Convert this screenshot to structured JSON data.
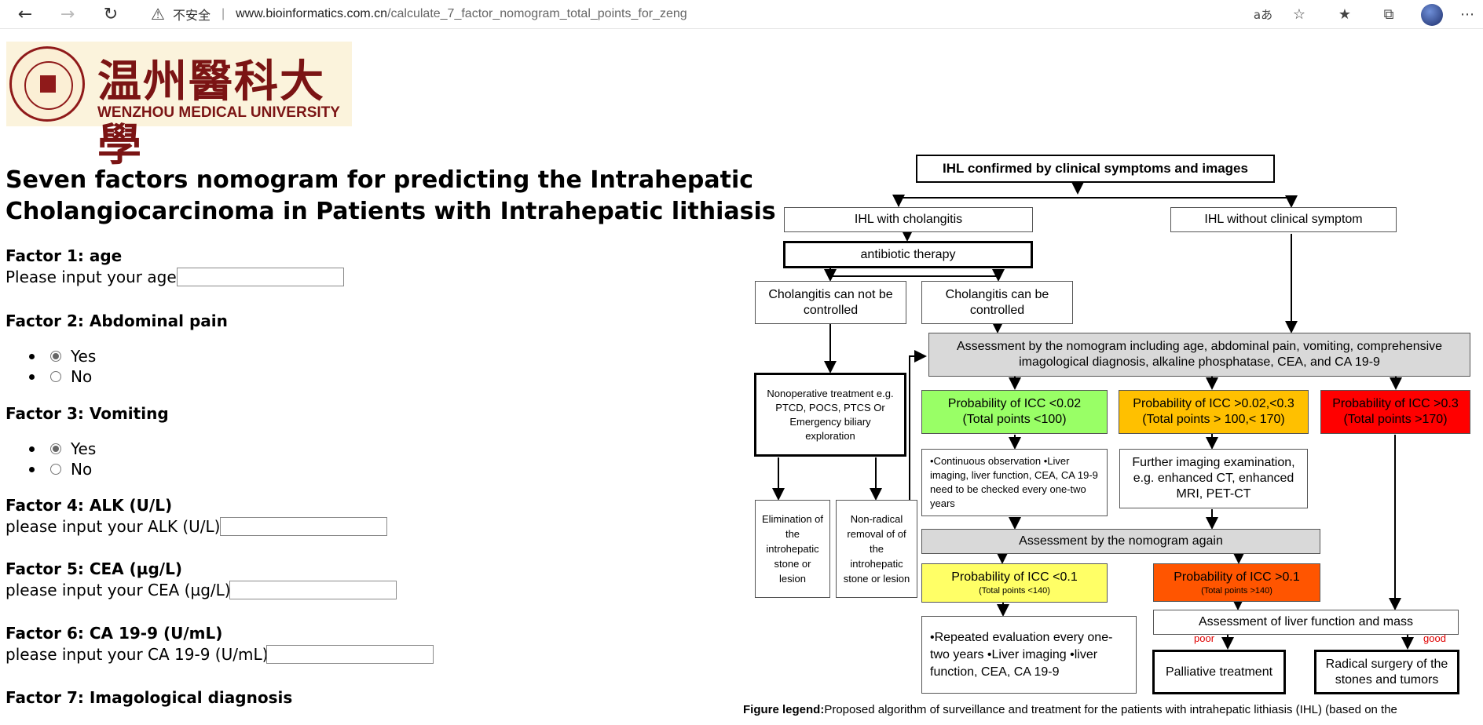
{
  "browser": {
    "insecure_label": "不安全",
    "url_host": "www.bioinformatics.com.cn",
    "url_path": "/calculate_7_factor_nomogram_total_points_for_zeng"
  },
  "logo": {
    "cn": "温州醫科大學",
    "en": "WENZHOU MEDICAL UNIVERSITY"
  },
  "title_line1": "Seven factors nomogram for predicting the Intrahepatic",
  "title_line2": "Cholangiocarcinoma in Patients with Intrahepatic lithiasis",
  "factors": {
    "f1": {
      "heading": "Factor 1: age",
      "label": "Please input your age:",
      "value": ""
    },
    "f2": {
      "heading": "Factor 2: Abdominal pain",
      "yes": "Yes",
      "no": "No",
      "selected": "Yes"
    },
    "f3": {
      "heading": "Factor 3: Vomiting",
      "yes": "Yes",
      "no": "No",
      "selected": "Yes"
    },
    "f4": {
      "heading": "Factor 4: ALK (U/L)",
      "label": "please input your ALK (U/L):",
      "value": ""
    },
    "f5": {
      "heading": "Factor 5: CEA (µg/L)",
      "label": "please input your CEA (µg/L):",
      "value": ""
    },
    "f6": {
      "heading": "Factor 6: CA 19-9 (U/mL)",
      "label": "please input your CA 19-9 (U/mL):",
      "value": ""
    },
    "f7": {
      "heading": "Factor 7: Imagological diagnosis"
    }
  },
  "flow": {
    "top": "IHL confirmed by clinical symptoms and images",
    "with_chol": "IHL with cholangitis",
    "without_symptom": "IHL without clinical symptom",
    "antibiotic": "antibiotic therapy",
    "cannot_control": "Cholangitis can not be controlled",
    "can_control": "Cholangitis can be controlled",
    "assess1": "Assessment by the nomogram including age, abdominal pain, vomiting, comprehensive imagological diagnosis, alkaline phosphatase, CEA, and CA 19-9",
    "nonop": "Nonoperative treatment e.g. PTCD, POCS, PTCS Or Emergency biliary exploration",
    "p_low": "Probability of ICC <0.02 (Total points <100)",
    "p_mid": "Probability of ICC >0.02,<0.3 (Total points > 100,< 170)",
    "p_high": "Probability of ICC >0.3 (Total points >170)",
    "obs": "•Continuous observation •Liver imaging, liver function, CEA, CA 19-9 need to be checked every one-two years",
    "further": "Further imaging examination, e.g. enhanced CT, enhanced MRI, PET-CT",
    "elim": "Elimination of the introhepatic stone or lesion",
    "nonrad": "Non-radical removal of of the introhepatic stone or lesion",
    "assess2": "Assessment by the nomogram again",
    "p2_low": "Probability of ICC <0.1",
    "p2_low_sub": "(Total points <140)",
    "p2_high": "Probability of ICC >0.1",
    "p2_high_sub": "(Total points >140)",
    "liver_assess": "Assessment of liver function and mass",
    "poor": "poor",
    "good": "good",
    "repeat": "•Repeated evaluation every one-two years •Liver imaging •liver function, CEA, CA 19-9",
    "palliative": "Palliative treatment",
    "radical": "Radical surgery of the stones and tumors"
  },
  "legend_bold": "Figure legend:",
  "legend_text": "Proposed algorithm of surveillance and treatment for the patients with intrahepatic lithiasis (IHL) (based on the",
  "colors": {
    "green": "#99ff66",
    "orange": "#ffc000",
    "red": "#ff0000",
    "yellow": "#ffff66",
    "orangered": "#ff5500",
    "grey": "#d9d9d9"
  }
}
